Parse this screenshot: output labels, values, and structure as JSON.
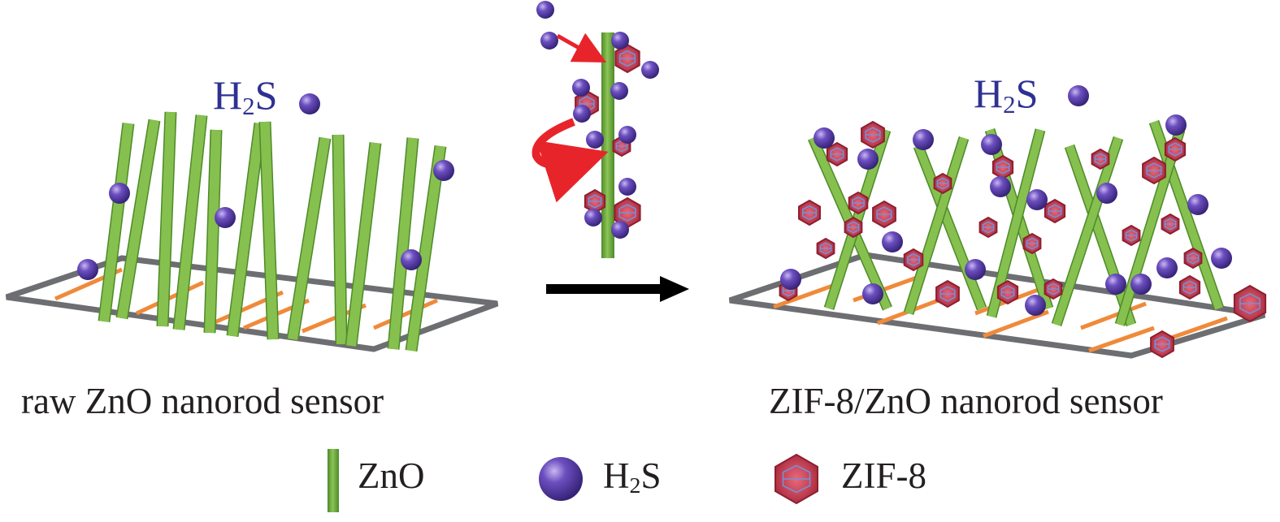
{
  "left_panel": {
    "h2s_label": {
      "main": "H",
      "sub": "2",
      "tail": "S"
    },
    "caption": "raw ZnO nanorod sensor"
  },
  "right_panel": {
    "h2s_label": {
      "main": "H",
      "sub": "2",
      "tail": "S"
    },
    "caption": "ZIF-8/ZnO nanorod sensor"
  },
  "legend": {
    "zno": "ZnO",
    "h2s": {
      "main": "H",
      "sub": "2",
      "tail": "S"
    },
    "zif8": "ZIF-8"
  },
  "colors": {
    "zno": "#6aa53a",
    "zno_light": "#9ccc5c",
    "h2s": "#5b3fa5",
    "zif8": "#c0394d",
    "zif8_grid": "#7a8ed6",
    "electrode": "#ef8a3a",
    "substrate": "#6d6e71",
    "process_arrow": "#000000",
    "interaction_arrow": "#e8242b",
    "label": "#2e3192"
  }
}
